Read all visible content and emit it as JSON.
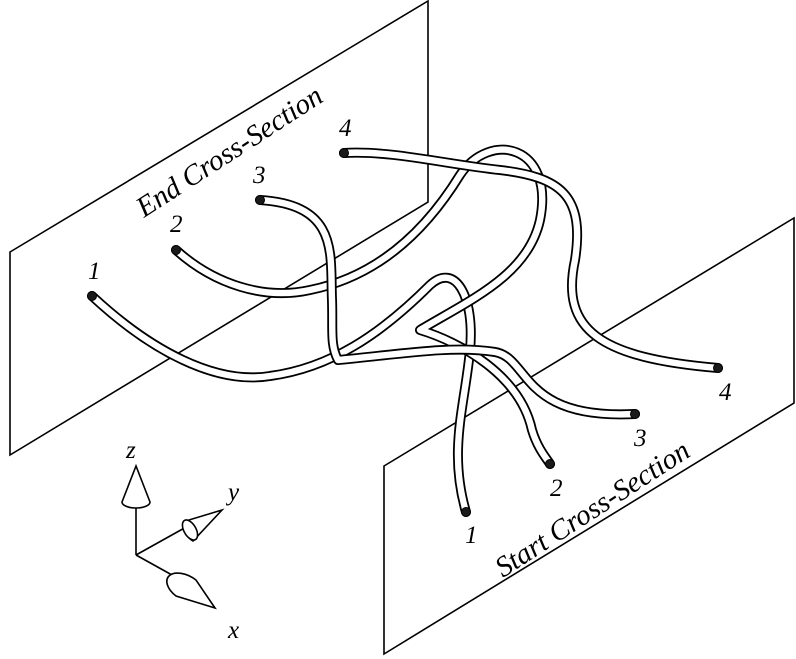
{
  "planes": {
    "end_label": "End Cross-Section",
    "start_label": "Start Cross-Section"
  },
  "tubes": [
    {
      "end_number": "1",
      "start_number": "1"
    },
    {
      "end_number": "2",
      "start_number": "2"
    },
    {
      "end_number": "3",
      "start_number": "3"
    },
    {
      "end_number": "4",
      "start_number": "4"
    }
  ],
  "axes": {
    "z": "z",
    "y": "y",
    "x": "x"
  }
}
